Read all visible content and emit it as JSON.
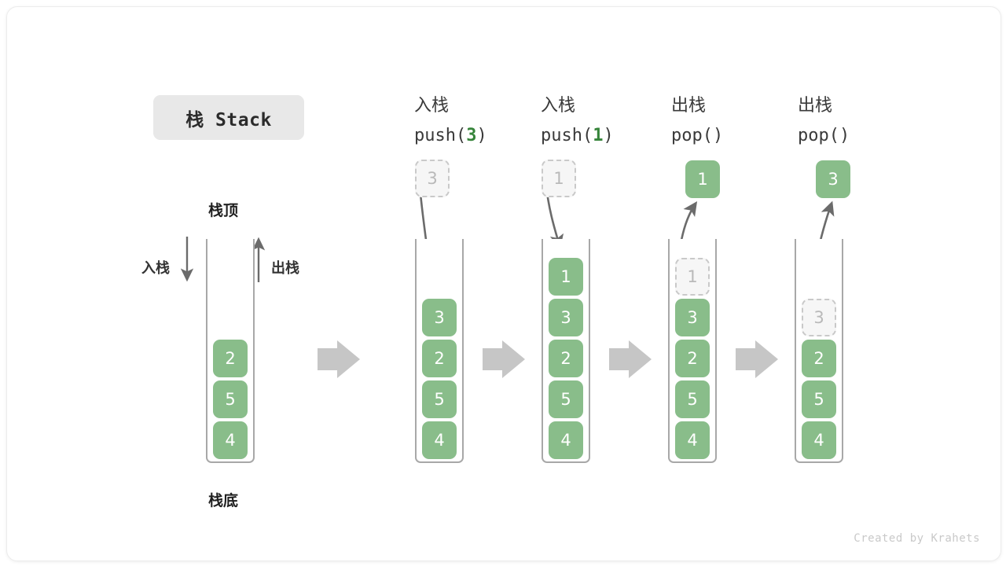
{
  "figure": {
    "title_badge": "栈 Stack",
    "footer": "Created by Krahets",
    "colors": {
      "element_fill": "#89bd8a",
      "element_text": "#ffffff",
      "ghost_fill": "#f6f6f6",
      "ghost_border": "#c9c9c9",
      "ghost_text": "#b9b9b9",
      "container_border": "#a8a8a8",
      "arrow": "#6b6b6b",
      "separator_arrow": "#c6c6c6",
      "code_accent": "#36843a",
      "badge_bg": "#e8e8e8"
    }
  },
  "annotations": {
    "top_label": "栈顶",
    "bottom_label": "栈底",
    "push_label": "入栈",
    "pop_label": "出栈"
  },
  "stages": [
    {
      "id": "initial",
      "head_cn": "",
      "head_code": "",
      "head_code_arg": "",
      "stack": [
        "2",
        "5",
        "4"
      ],
      "ghost_above": null,
      "ghost_in_stack": null,
      "popped": null
    },
    {
      "id": "push-3",
      "head_cn": "入栈",
      "head_code_prefix": "push(",
      "head_code_arg": "3",
      "head_code_suffix": ")",
      "stack": [
        "3",
        "2",
        "5",
        "4"
      ],
      "ghost_above": "3",
      "ghost_in_stack": null,
      "popped": null
    },
    {
      "id": "push-1",
      "head_cn": "入栈",
      "head_code_prefix": "push(",
      "head_code_arg": "1",
      "head_code_suffix": ")",
      "stack": [
        "1",
        "3",
        "2",
        "5",
        "4"
      ],
      "ghost_above": "1",
      "ghost_in_stack": null,
      "popped": null
    },
    {
      "id": "pop-1",
      "head_cn": "出栈",
      "head_code_prefix": "pop(",
      "head_code_arg": "",
      "head_code_suffix": ")",
      "stack": [
        "3",
        "2",
        "5",
        "4"
      ],
      "ghost_above": null,
      "ghost_in_stack": "1",
      "popped": "1"
    },
    {
      "id": "pop-3",
      "head_cn": "出栈",
      "head_code_prefix": "pop(",
      "head_code_arg": "",
      "head_code_suffix": ")",
      "stack": [
        "2",
        "5",
        "4"
      ],
      "ghost_above": null,
      "ghost_in_stack": "3",
      "popped": "3"
    }
  ],
  "chart_data": {
    "type": "diagram",
    "title": "栈 Stack",
    "description": "Stack push/pop operation sequence",
    "steps": [
      {
        "label": "",
        "stack_top_to_bottom": [
          "2",
          "5",
          "4"
        ]
      },
      {
        "label": "入栈 push(3)",
        "stack_top_to_bottom": [
          "3",
          "2",
          "5",
          "4"
        ]
      },
      {
        "label": "入栈 push(1)",
        "stack_top_to_bottom": [
          "1",
          "3",
          "2",
          "5",
          "4"
        ]
      },
      {
        "label": "出栈 pop()",
        "stack_top_to_bottom": [
          "3",
          "2",
          "5",
          "4"
        ],
        "returned": "1"
      },
      {
        "label": "出栈 pop()",
        "stack_top_to_bottom": [
          "2",
          "5",
          "4"
        ],
        "returned": "3"
      }
    ]
  }
}
